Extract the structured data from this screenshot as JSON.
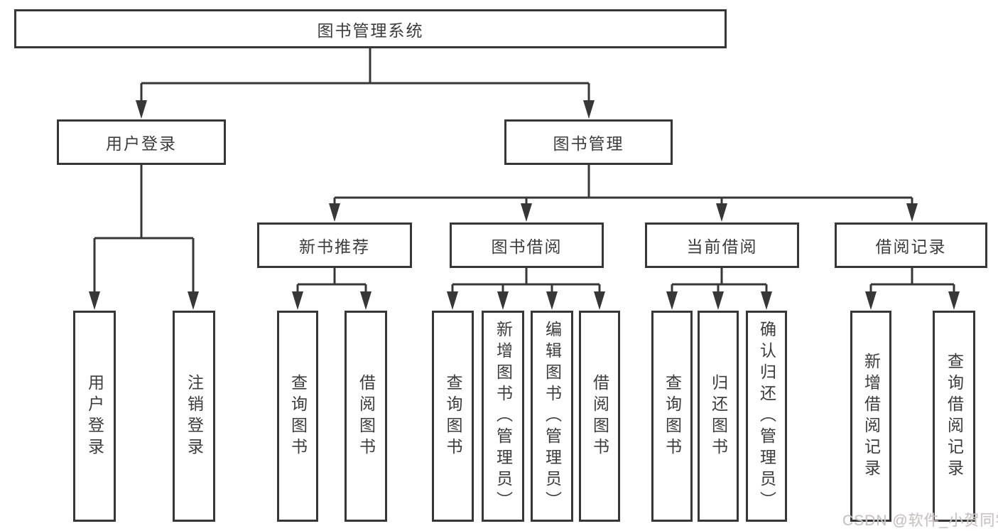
{
  "tree": {
    "root": {
      "label": "图书管理系统",
      "children": [
        {
          "label": "用户登录",
          "children": [
            {
              "label": "用户登录"
            },
            {
              "label": "注销登录"
            }
          ]
        },
        {
          "label": "图书管理",
          "children": [
            {
              "label": "新书推荐",
              "children": [
                {
                  "label": "查询图书"
                },
                {
                  "label": "借阅图书"
                }
              ]
            },
            {
              "label": "图书借阅",
              "children": [
                {
                  "label": "查询图书"
                },
                {
                  "label": "新增图书（管理员）"
                },
                {
                  "label": "编辑图书（管理员）"
                },
                {
                  "label": "借阅图书"
                }
              ]
            },
            {
              "label": "当前借阅",
              "children": [
                {
                  "label": "查询图书"
                },
                {
                  "label": "归还图书"
                },
                {
                  "label": "确认归还（管理员）"
                }
              ]
            },
            {
              "label": "借阅记录",
              "children": [
                {
                  "label": "新增借阅记录"
                },
                {
                  "label": "查询借阅记录"
                }
              ]
            }
          ]
        }
      ]
    }
  },
  "watermark": {
    "text": "CSDN @软件_小贺同学"
  },
  "colors": {
    "line": "#373737",
    "text": "#3c3c3c",
    "watermark": "#c9c2c2",
    "background": "#ffffff"
  }
}
